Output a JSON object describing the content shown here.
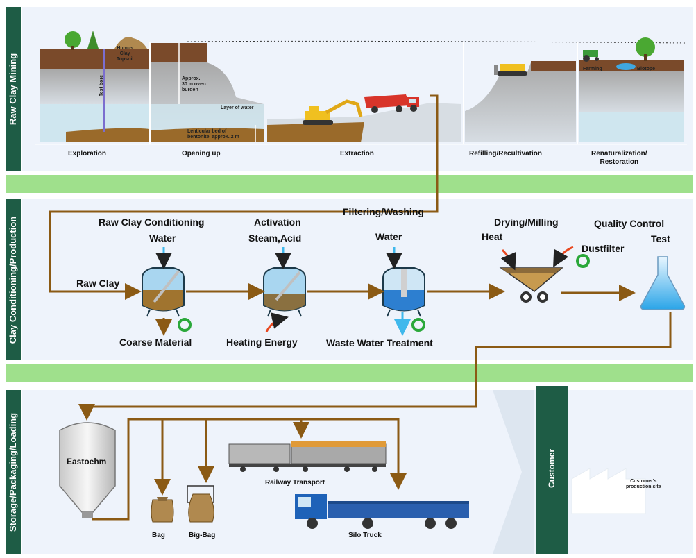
{
  "sections": {
    "mining": "Raw Clay Mining",
    "conditioning": "Clay Conditioning/Production",
    "storage": "Storage/Packaging/Loading",
    "customer": "Customer"
  },
  "mining_stages": [
    "Exploration",
    "Opening up",
    "Extraction",
    "Refilling/Recultivation",
    "Renaturalization/\nRestoration"
  ],
  "mining_annotations": {
    "topsoil": "Humus\nClay\nTopsoil",
    "test_bore": "Test bore",
    "overburden": "Approx.\n30 m over-\nburden",
    "water": "Layer of water",
    "lenticular": "Lenticular bed of\nbentonite, approx. 2 m",
    "farming": "Farming",
    "biotope": "Biotope"
  },
  "process": {
    "raw_clay": "Raw Clay",
    "step1_title": "Raw Clay Conditioning",
    "step1_input": "Water",
    "step1_output": "Coarse Material",
    "step2_title": "Activation",
    "step2_input": "Steam,Acid",
    "step2_output": "Heating Energy",
    "step3_title": "Filtering/Washing",
    "step3_input": "Water",
    "step3_output": "Waste Water Treatment",
    "step4_title": "Drying/Milling",
    "step4_input": "Heat",
    "step4_output": "Dustfilter",
    "step5_title": "Quality Control",
    "step5_sub": "Test"
  },
  "storage": {
    "silo": "Eastoehm",
    "bag": "Bag",
    "bigbag": "Big-Bag",
    "railway": "Railway Transport",
    "truck": "Silo Truck",
    "customer_site": "Customer's\nproduction site"
  },
  "colors": {
    "sidebar": "#1e5c45",
    "band": "#9fe08c",
    "flow": "#8b5a14",
    "water": "#3fb8ec",
    "panel": "#eef3fb"
  }
}
